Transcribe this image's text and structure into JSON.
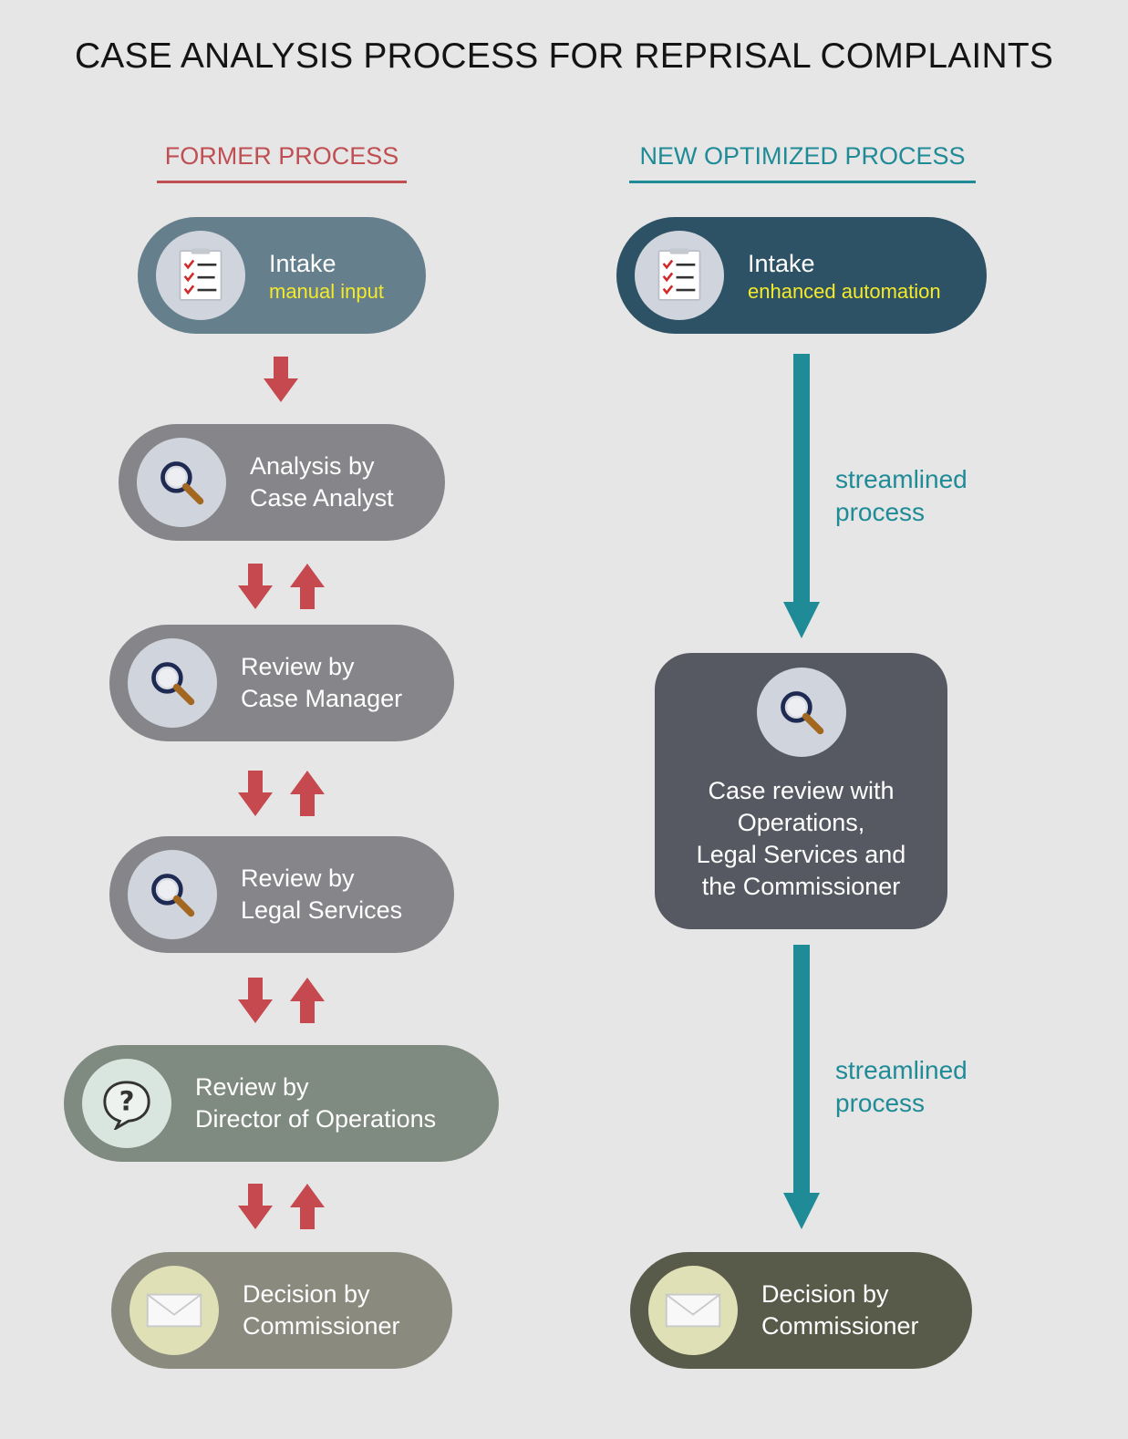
{
  "title": "CASE ANALYSIS PROCESS FOR REPRISAL COMPLAINTS",
  "former": {
    "heading": "FORMER PROCESS",
    "color": "#bf4f53",
    "steps": [
      {
        "line1": "Intake",
        "sub": "manual input",
        "icon": "checklist-icon",
        "color": "#667f8c"
      },
      {
        "line1": "Analysis by",
        "line2": "Case Analyst",
        "icon": "magnifier-icon",
        "color": "#86868a"
      },
      {
        "line1": "Review by",
        "line2": "Case Manager",
        "icon": "magnifier-icon",
        "color": "#86868a"
      },
      {
        "line1": "Review by",
        "line2": "Legal Services",
        "icon": "magnifier-icon",
        "color": "#86868a"
      },
      {
        "line1": "Review by",
        "line2": "Director of Operations",
        "icon": "question-bubble-icon",
        "color": "#7f8a80"
      },
      {
        "line1": "Decision by",
        "line2": "Commissioner",
        "icon": "envelope-icon",
        "color": "#8a8a7f"
      }
    ]
  },
  "new": {
    "heading": "NEW OPTIMIZED PROCESS",
    "color": "#1f8b97",
    "intake": {
      "line1": "Intake",
      "sub": "enhanced automation",
      "icon": "checklist-icon",
      "color": "#2e5265"
    },
    "note1": {
      "line1": "streamlined",
      "line2": "process"
    },
    "review": {
      "line1": "Case review with",
      "line2": "Operations,",
      "line3": "Legal Services and",
      "line4": "the Commissioner",
      "icon": "magnifier-icon",
      "color": "#575962"
    },
    "note2": {
      "line1": "streamlined",
      "line2": "process"
    },
    "decision": {
      "line1": "Decision by",
      "line2": "Commissioner",
      "icon": "envelope-icon",
      "color": "#585b4a"
    }
  }
}
